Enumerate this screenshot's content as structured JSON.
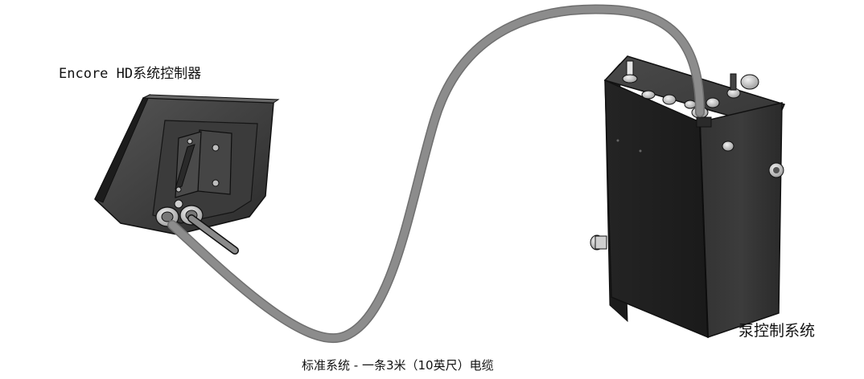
{
  "labels": {
    "controller": "Encore HD系统控制器",
    "pump_system": "泵控制系统",
    "cable_caption": "标准系统 - 一条3米（10英尺）电缆"
  },
  "colors": {
    "cable": "#8c8c8c",
    "cable_edge": "#6f6f6f",
    "housing_dark": "#2c2c2c",
    "housing_mid": "#3a3a3a",
    "metal_light": "#d9d9d9"
  }
}
